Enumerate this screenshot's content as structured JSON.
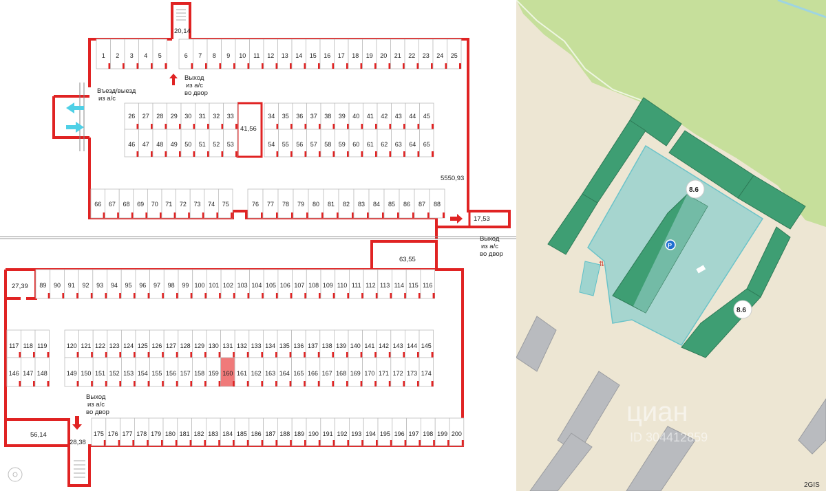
{
  "plan": {
    "highlighted_stall": "160",
    "labels": {
      "entrance": [
        "Въезд/выезд",
        "из а/с"
      ],
      "exit_a": [
        "Выход",
        "из а/с",
        "во двор"
      ],
      "exit_b": [
        "Выход",
        "из а/с",
        "во двор"
      ],
      "exit_c": [
        "Выход",
        "из а/с",
        "во двор"
      ],
      "stair_top": "20,14",
      "room_4156": "41,56",
      "area_total": "5550,93",
      "room_1753": "17,53",
      "room_6355": "63,55",
      "room_2739": "27,39",
      "room_5614": "56,14",
      "room_2838": "28,38"
    },
    "rows": {
      "r1a": [
        "1",
        "2",
        "3",
        "4",
        "5"
      ],
      "r1b": [
        "6",
        "7",
        "8",
        "9",
        "10",
        "11",
        "12",
        "13",
        "14",
        "15",
        "16",
        "17",
        "18",
        "19",
        "20",
        "21",
        "22",
        "23",
        "24",
        "25"
      ],
      "r2a": [
        "26",
        "27",
        "28",
        "29",
        "30",
        "31",
        "32",
        "33"
      ],
      "r2b": [
        "34",
        "35",
        "36",
        "37",
        "38",
        "39",
        "40",
        "41",
        "42",
        "43",
        "44",
        "45"
      ],
      "r3a": [
        "46",
        "47",
        "48",
        "49",
        "50",
        "51",
        "52",
        "53"
      ],
      "r3b": [
        "54",
        "55",
        "56",
        "57",
        "58",
        "59",
        "60",
        "61",
        "62",
        "63",
        "64",
        "65"
      ],
      "r4a": [
        "66",
        "67",
        "68",
        "69",
        "70",
        "71",
        "72",
        "73",
        "74",
        "75"
      ],
      "r4b": [
        "76",
        "77",
        "78",
        "79",
        "80",
        "81",
        "82",
        "83",
        "84",
        "85",
        "86",
        "87",
        "88"
      ],
      "r5": [
        "89",
        "90",
        "91",
        "92",
        "93",
        "94",
        "95",
        "96",
        "97",
        "98",
        "99",
        "100",
        "101",
        "102",
        "103",
        "104",
        "105",
        "106",
        "107",
        "108",
        "109",
        "110",
        "111",
        "112",
        "113",
        "114",
        "115",
        "116"
      ],
      "r6a": [
        "117",
        "118",
        "119"
      ],
      "r6b": [
        "120",
        "121",
        "122",
        "123",
        "124",
        "125",
        "126",
        "127",
        "128",
        "129",
        "130",
        "131",
        "132",
        "133",
        "134",
        "135",
        "136",
        "137",
        "138",
        "139",
        "140",
        "141",
        "142",
        "143",
        "144",
        "145"
      ],
      "r7a": [
        "146",
        "147",
        "148"
      ],
      "r7b": [
        "149",
        "150",
        "151",
        "152",
        "153",
        "154",
        "155",
        "156",
        "157",
        "158",
        "159",
        "160",
        "161",
        "162",
        "163",
        "164",
        "165",
        "166",
        "167",
        "168",
        "169",
        "170",
        "171",
        "172",
        "173",
        "174"
      ],
      "r8": [
        "175",
        "176",
        "177",
        "178",
        "179",
        "180",
        "181",
        "182",
        "183",
        "184",
        "185",
        "186",
        "187",
        "188",
        "189",
        "190",
        "191",
        "192",
        "193",
        "194",
        "195",
        "196",
        "197",
        "198",
        "199",
        "200"
      ]
    }
  },
  "map": {
    "badge_top": "8.6",
    "badge_right": "8.6",
    "parking_symbol": "P",
    "watermark": "циан",
    "watermark_id": "ID 304412859",
    "brand": "2GIS",
    "colors": {
      "building": "#3e9e73",
      "courtyard": "#9fd4cf",
      "grass": "#c6df9b",
      "ground": "#ede6d3",
      "plan_wall": "#e02323",
      "highlight": "#f07a7a",
      "arrow": "#4fd0e6"
    }
  }
}
